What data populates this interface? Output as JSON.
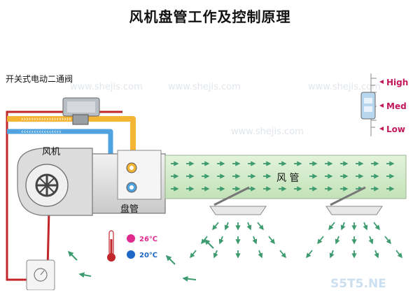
{
  "title": "风机盘管工作及控制原理",
  "labels": {
    "valve": "开关式电动二通阀",
    "fan": "风机",
    "coil": "盘管",
    "duct": "风 管"
  },
  "speed_switch": {
    "high": "High",
    "med": "Med",
    "low": "Low"
  },
  "thermostat": {
    "hot_temp": "26℃",
    "cold_temp": "20℃"
  },
  "watermark": "www.shejis.com",
  "corner_mark": "S5T5.NE",
  "colors": {
    "hot_pipe": "#c0262a",
    "water_in": "#f3b533",
    "water_out": "#4fa3df",
    "duct_fill": "#cfe9c6",
    "air_arrow": "#3d9b6f",
    "speed_accent": "#c2185b",
    "hot_dot": "#e02a8d",
    "cold_dot": "#1e67c7"
  },
  "icons": [
    "fan-icon",
    "thermometer-icon",
    "valve-icon",
    "thermostat-icon"
  ]
}
